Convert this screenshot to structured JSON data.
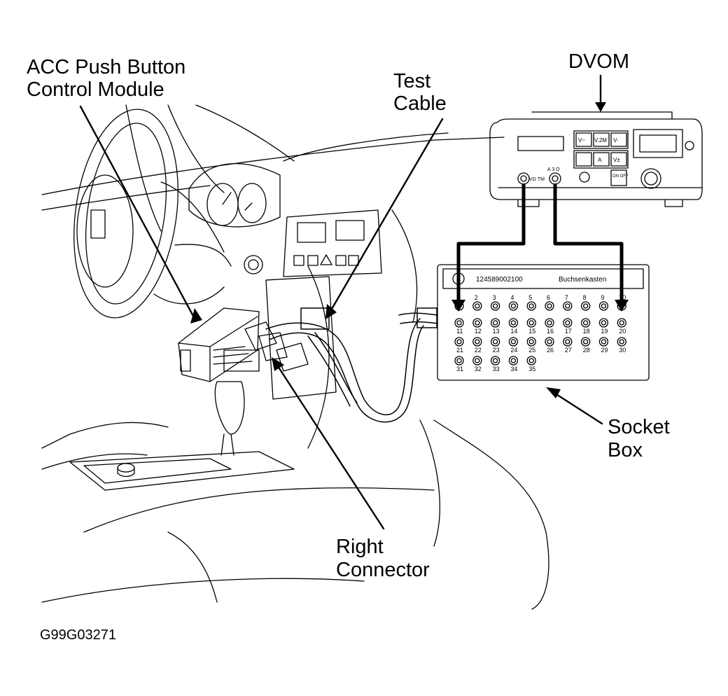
{
  "labels": {
    "acc_line1": "ACC Push Button",
    "acc_line2": "Control Module",
    "test_line1": "Test",
    "test_line2": "Cable",
    "dvom": "DVOM",
    "socket_line1": "Socket",
    "socket_line2": "Box",
    "right_line1": "Right",
    "right_line2": "Connector",
    "figure_code": "G99G03271"
  },
  "socket_box": {
    "part_number": "124589002100",
    "name": "Buchsenkasten",
    "sockets": [
      "1",
      "2",
      "3",
      "4",
      "5",
      "6",
      "7",
      "8",
      "9",
      "10",
      "11",
      "12",
      "13",
      "14",
      "15",
      "16",
      "17",
      "18",
      "19",
      "20",
      "21",
      "22",
      "23",
      "24",
      "25",
      "26",
      "27",
      "28",
      "29",
      "30",
      "31",
      "32",
      "33",
      "34",
      "35"
    ]
  },
  "dvom_panel": {
    "buttons": [
      "V~",
      "V.2M",
      "V-",
      "A",
      "V±"
    ],
    "power": "ON OFF",
    "jack_left": "VΩ TM",
    "jack_right": "A 3 O"
  },
  "colors": {
    "ink": "#000000",
    "paper": "#ffffff"
  }
}
